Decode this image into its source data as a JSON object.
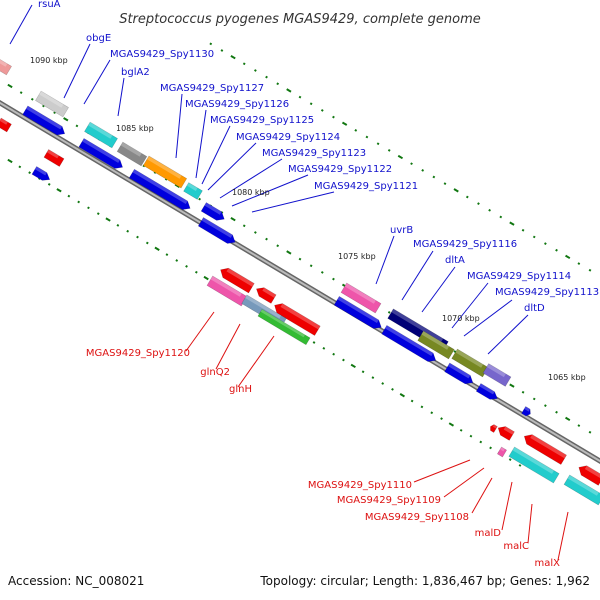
{
  "title": "Streptococcus pyogenes MGAS9429, complete genome",
  "footer": {
    "accession": "Accession: NC_008021",
    "summary": "Topology: circular; Length: 1,836,467 bp; Genes: 1,962"
  },
  "scale_labels": [
    "1090 kbp",
    "1085 kbp",
    "1080 kbp",
    "1075 kbp",
    "1070 kbp",
    "1065 kbp"
  ],
  "forward_gene_labels": [
    "rsuA",
    "obgE",
    "MGAS9429_Spy1130",
    "bglA2",
    "MGAS9429_Spy1127",
    "MGAS9429_Spy1126",
    "MGAS9429_Spy1125",
    "MGAS9429_Spy1124",
    "MGAS9429_Spy1123",
    "MGAS9429_Spy1122",
    "MGAS9429_Spy1121",
    "uvrB",
    "MGAS9429_Spy1116",
    "dltA",
    "MGAS9429_Spy1114",
    "MGAS9429_Spy1113",
    "dltD"
  ],
  "reverse_gene_labels": [
    "MGAS9429_Spy1120",
    "glnQ2",
    "glnH",
    "MGAS9429_Spy1110",
    "MGAS9429_Spy1109",
    "MGAS9429_Spy1108",
    "malD",
    "malC",
    "malX"
  ],
  "colors": {
    "forward_strand": "#0000dd",
    "reverse_strand": "#ee0000",
    "backbone": "#888888",
    "tick": "#117711",
    "forward_label": "#1111cc",
    "reverse_label": "#dd1111"
  }
}
